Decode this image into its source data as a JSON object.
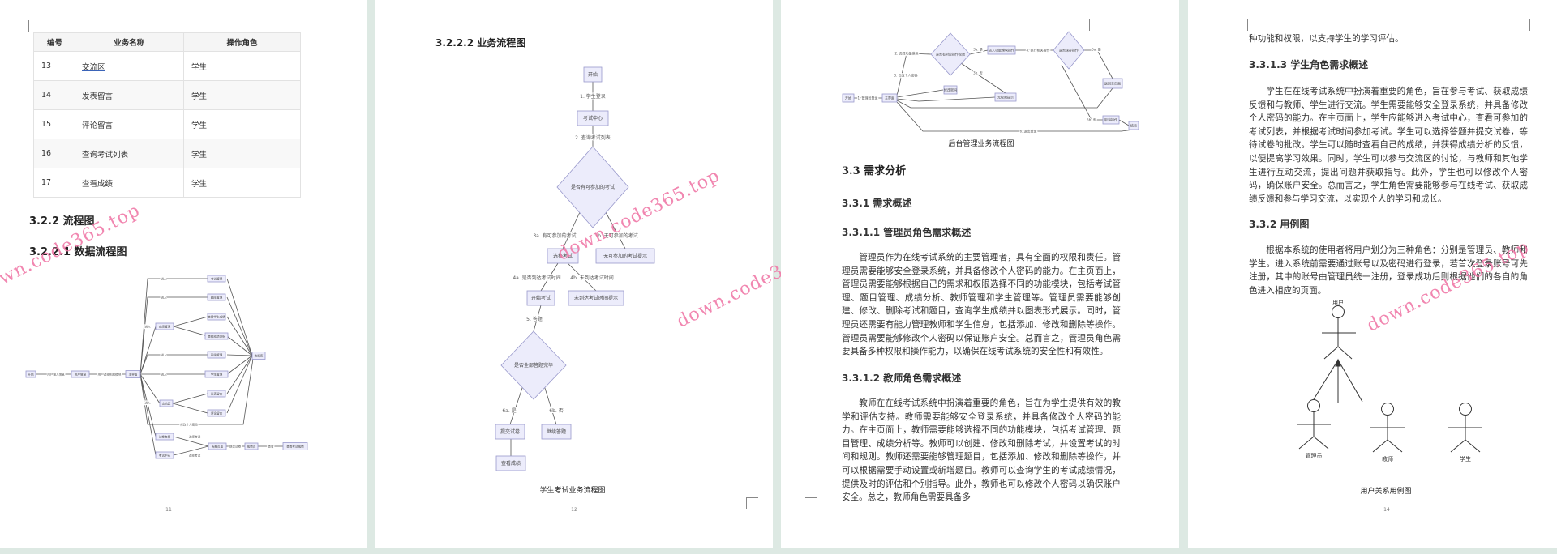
{
  "colors": {
    "background": "#dde9e3",
    "node_fill": "#ececfb",
    "node_stroke": "#9999cc",
    "watermark": "#f07aa8"
  },
  "watermark": "down.code365.top",
  "page1": {
    "table": {
      "headers": [
        "编号",
        "业务名称",
        "操作角色"
      ],
      "rows": [
        [
          "13",
          "交流区",
          "学生"
        ],
        [
          "14",
          "发表留言",
          "学生"
        ],
        [
          "15",
          "评论留言",
          "学生"
        ],
        [
          "16",
          "查询考试列表",
          "学生"
        ],
        [
          "17",
          "查看成绩",
          "学生"
        ]
      ]
    },
    "heading_322": "3.2.2 流程图",
    "heading_3221": "3.2.2.1  数据流程图",
    "dataflow": {
      "start": "开始",
      "l_input": "用户输入信息",
      "login": "用户登录",
      "l_select": "用户选择相应模块",
      "main": "主界面",
      "exam_mgmt": "考试管理",
      "bank_mgmt": "题库管理",
      "score_mgmt": "成绩管理",
      "view_score": "查看学生成绩",
      "score_analysis": "查看成绩分析",
      "class_mgmt": "班级管理",
      "student_mgmt": "学生管理",
      "forum": "交流区",
      "post": "发表留言",
      "comment": "评论留言",
      "db": "数据库",
      "enter": "进入",
      "l_pwd": "修改个人密码",
      "paper_view": "试卷查看",
      "exam_center": "考试中心",
      "l_choose": "选择考试",
      "answer_page": "答题页面",
      "l_submit": "提交试卷",
      "result_page": "成绩页",
      "l_view": "查看",
      "view_exam_score": "查看考试成绩"
    },
    "page_number": "11"
  },
  "page2": {
    "heading": "3.2.2.2  业务流程图",
    "flow": {
      "start": "开始",
      "l1": "1. 学生登录",
      "exam_center": "考试中心",
      "l2": "2. 查询考试列表",
      "d1": "是否有可参加的考试",
      "l3a": "3a. 有可参加的考试",
      "l3b": "3b. 无可参加的考试",
      "select": "选择考试",
      "no_exam": "无可参加的考试提示",
      "l4a": "4a. 是否到达考试时间",
      "l4b": "4b. 未到达考试时间",
      "start_exam": "开始考试",
      "not_time": "未到达考试时间提示",
      "l5": "5. 答题",
      "d2": "是否全部答题完毕",
      "l6a": "6a. 是",
      "l6b": "6b. 否",
      "submit": "提交试卷",
      "continue": "继续答题",
      "score": "查看成绩"
    },
    "caption": "学生考试业务流程图",
    "page_number": "12"
  },
  "page3": {
    "flow": {
      "start": "开始",
      "l1": "1. 管理员登录",
      "main": "主界面",
      "l2": "2. 选择功能模块",
      "d1": "是否有对应操作权限",
      "l3a": "3a. 是",
      "module": "进入功能模块操作",
      "l4": "4. 执行相关操作",
      "d2": "是否保存操作",
      "l5a": "5a. 是",
      "back": "返回主页面",
      "l3b": "3b. 否",
      "no_perm": "无权限提示",
      "l3": "3. 修改个人密码",
      "pwd": "修改密码",
      "l5b": "5b. 否",
      "cancel": "取消操作",
      "end": "结束",
      "l6": "6. 退出登录"
    },
    "caption": "后台管理业务流程图",
    "heading_33": "3.3  需求分析",
    "heading_331": "3.3.1  需求概述",
    "heading_3311": "3.3.1.1  管理员角色需求概述",
    "para_admin": "管理员作为在线考试系统的主要管理者，具有全面的权限和责任。管理员需要能够安全登录系统，并具备修改个人密码的能力。在主页面上，管理员需要能够根据自己的需求和权限选择不同的功能模块，包括考试管理、题目管理、成绩分析、教师管理和学生管理等。管理员需要能够创建、修改、删除考试和题目，查询学生成绩并以图表形式展示。同时，管理员还需要有能力管理教师和学生信息，包括添加、修改和删除等操作。管理员需要能够修改个人密码以保证账户安全。总而言之，管理员角色需要具备多种权限和操作能力，以确保在线考试系统的安全性和有效性。",
    "heading_3312": "3.3.1.2  教师角色需求概述",
    "para_teacher": "教师在在线考试系统中扮演着重要的角色，旨在为学生提供有效的教学和评估支持。教师需要能够安全登录系统，并具备修改个人密码的能力。在主页面上，教师需要能够选择不同的功能模块，包括考试管理、题目管理、成绩分析等。教师可以创建、修改和删除考试，并设置考试的时间和规则。教师还需要能够管理题目，包括添加、修改和删除等操作，并可以根据需要手动设置或新增题目。教师可以查询学生的考试成绩情况，提供及时的评估和个别指导。此外，教师也可以修改个人密码以确保账户安全。总之，教师角色需要具备多"
  },
  "page4": {
    "para_continued": "种功能和权限，以支持学生的学习评估。",
    "heading_3313": "3.3.1.3  学生角色需求概述",
    "para_student": "学生在在线考试系统中扮演着重要的角色，旨在参与考试、获取成绩反馈和与教师、学生进行交流。学生需要能够安全登录系统，并具备修改个人密码的能力。在主页面上，学生应能够进入考试中心，查看可参加的考试列表，并根据考试时间参加考试。学生可以选择答题并提交试卷，等待试卷的批改。学生可以随时查看自己的成绩，并获得成绩分析的反馈，以便提高学习效果。同时，学生可以参与交流区的讨论，与教师和其他学生进行互动交流，提出问题并获取指导。此外，学生也可以修改个人密码，确保账户安全。总而言之，学生角色需要能够参与在线考试、获取成绩反馈和参与学习交流，以实现个人的学习和成长。",
    "heading_332": "3.3.2  用例图",
    "para_usecase": "根据本系统的使用者将用户划分为三种角色：分别是管理员、教师和学生。进入系统前需要通过账号以及密码进行登录，若首次登录账号可先注册，其中的账号由管理员统一注册，登录成功后则根据他们的各自的角色进入相应的页面。",
    "actors": {
      "user": "用户",
      "admin": "管理员",
      "teacher": "教师",
      "student": "学生"
    },
    "caption": "用户关系用例图",
    "page_number": "14"
  }
}
